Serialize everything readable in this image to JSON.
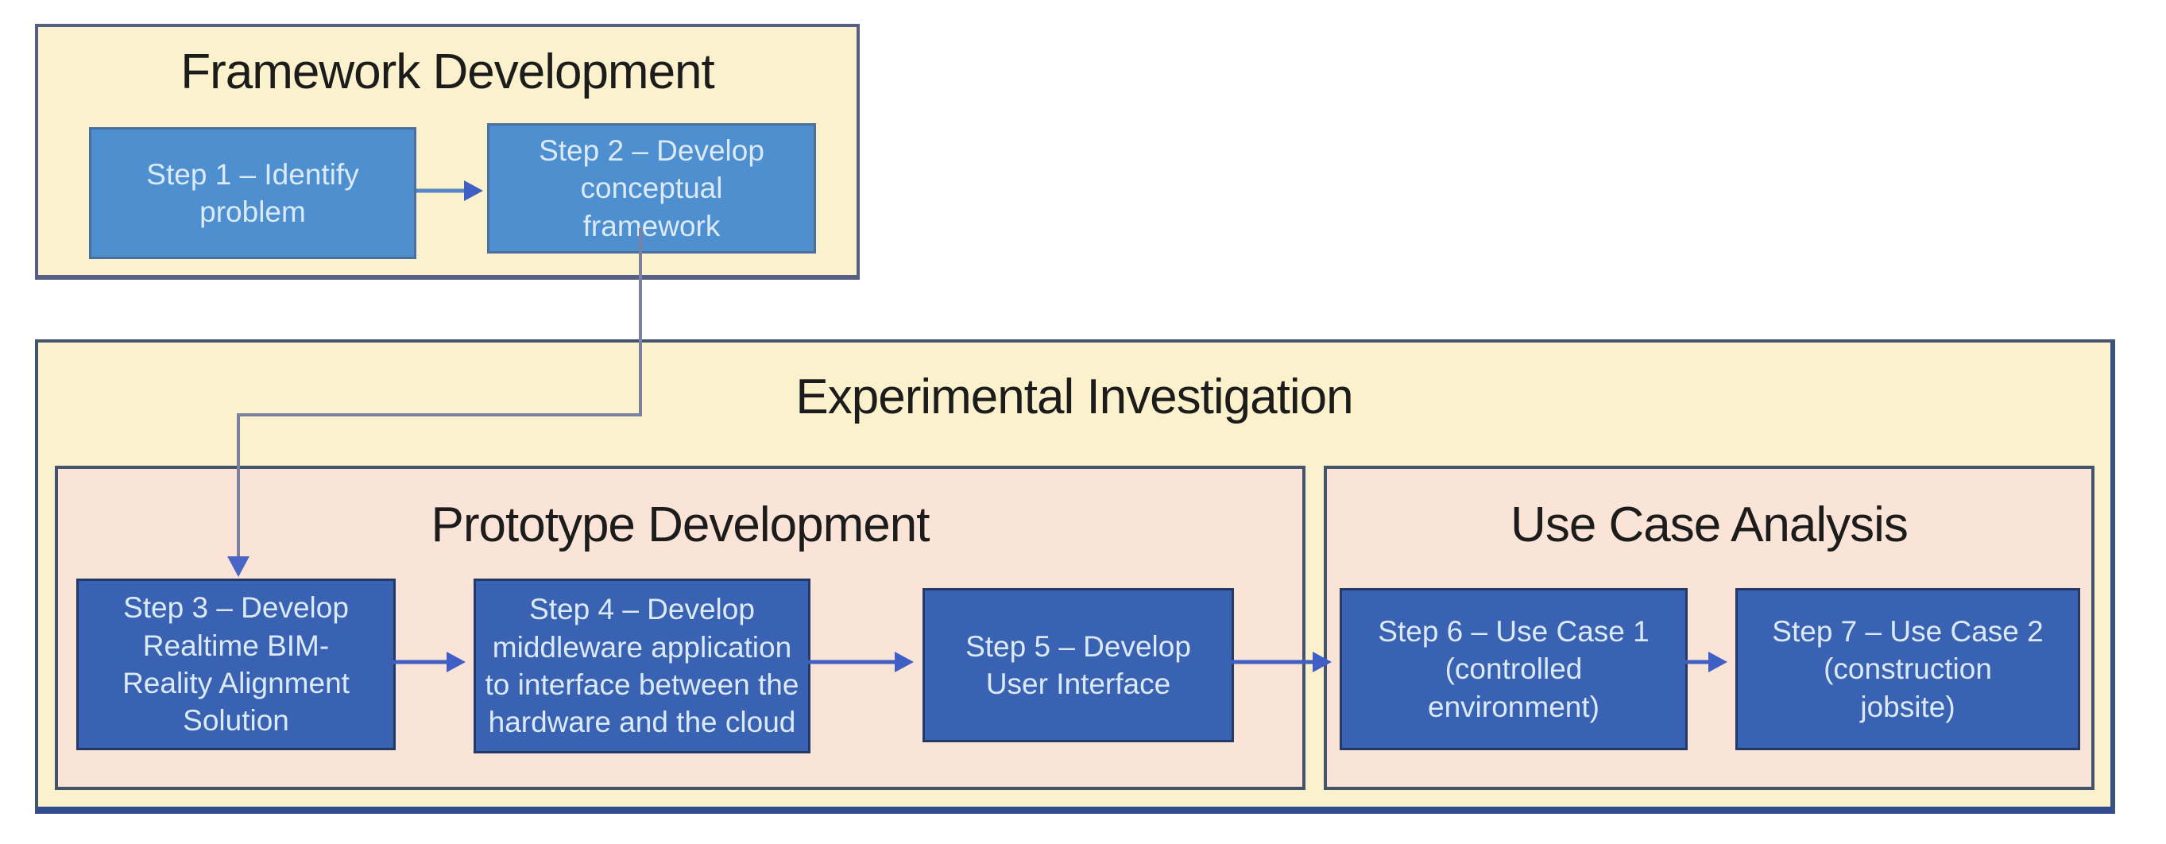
{
  "diagram": {
    "framework_development": {
      "title": "Framework Development",
      "steps": {
        "step1": {
          "text": "Step 1 – Identify\nproblem"
        },
        "step2": {
          "text": "Step 2 – Develop\nconceptual\nframework"
        }
      }
    },
    "experimental_investigation": {
      "title": "Experimental Investigation",
      "prototype_development": {
        "title": "Prototype Development",
        "steps": {
          "step3": {
            "text": "Step 3 – Develop\nRealtime BIM-\nReality Alignment\nSolution"
          },
          "step4": {
            "text": "Step 4 – Develop\nmiddleware application\nto interface between the\nhardware and the cloud"
          },
          "step5": {
            "text": "Step 5 – Develop\nUser Interface"
          }
        }
      },
      "use_case_analysis": {
        "title": "Use Case Analysis",
        "steps": {
          "step6": {
            "text": "Step 6 – Use Case 1\n(controlled\nenvironment)"
          },
          "step7": {
            "text": "Step 7 – Use Case 2\n(construction\njobsite)"
          }
        }
      }
    },
    "colors": {
      "outer_container_fill": "#FBF1CC",
      "inner_container_fill": "#FAE3D7",
      "step_light_fill": "#4E8FCF",
      "step_dark_fill": "#3A62B2",
      "container_border": "#44546A",
      "arrow": "#3F5FC5",
      "elbow_connector": "#7A82A0",
      "title_text": "#1C1C1C",
      "step_text": "#DCEAF8"
    }
  }
}
